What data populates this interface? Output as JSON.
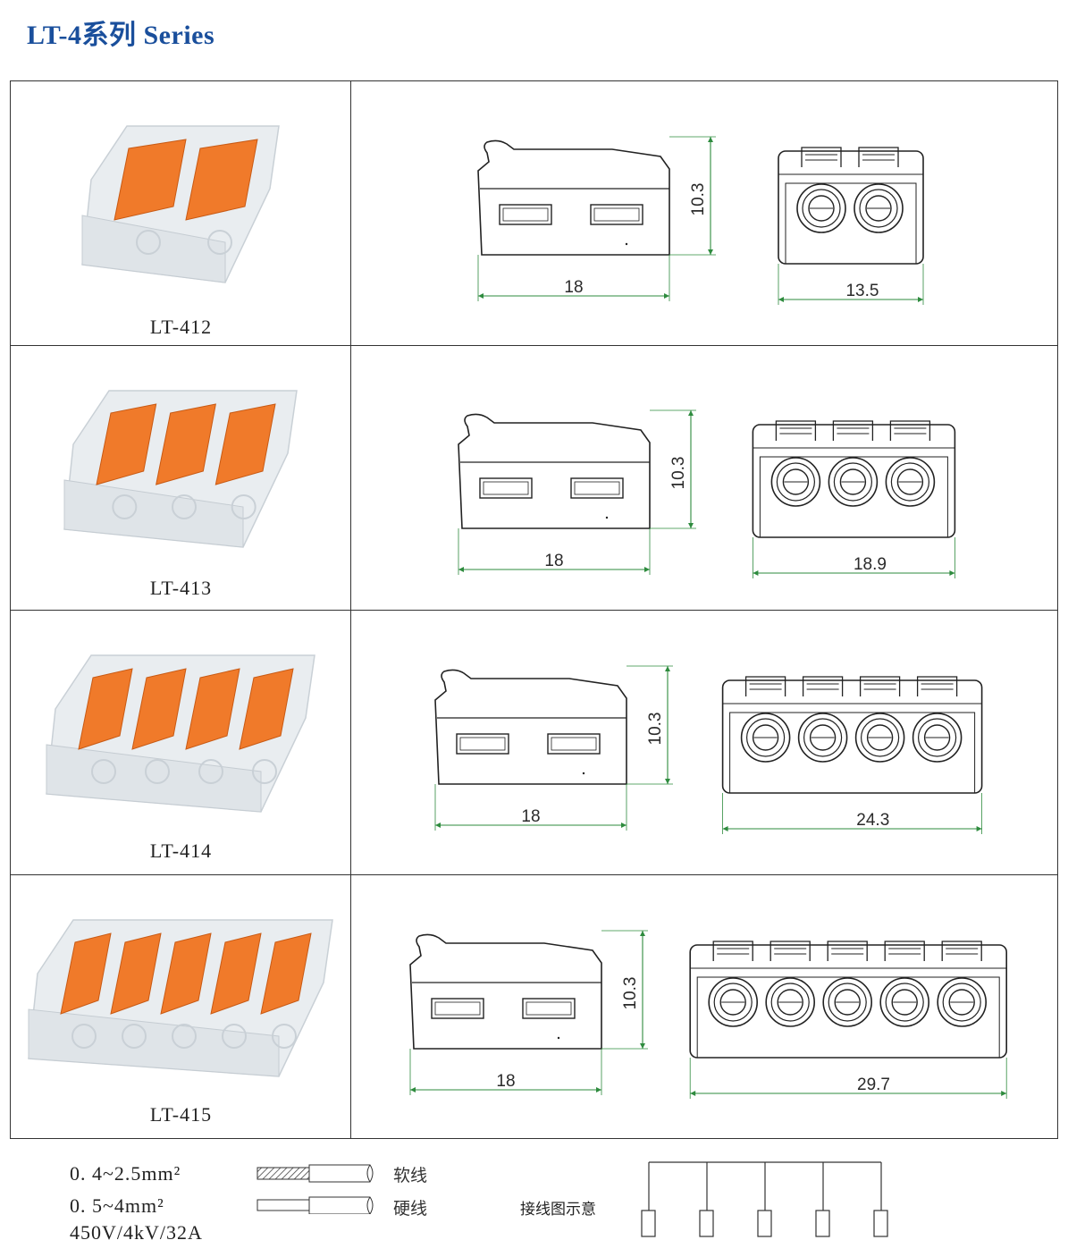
{
  "header": {
    "title": "LT-4系列 Series"
  },
  "products": [
    {
      "model": "LT-412",
      "poles": 2,
      "side_height": "10.3",
      "side_length": "18",
      "front_width": "13.5"
    },
    {
      "model": "LT-413",
      "poles": 3,
      "side_height": "10.3",
      "side_length": "18",
      "front_width": "18.9"
    },
    {
      "model": "LT-414",
      "poles": 4,
      "side_height": "10.3",
      "side_length": "18",
      "front_width": "24.3"
    },
    {
      "model": "LT-415",
      "poles": 5,
      "side_height": "10.3",
      "side_length": "18",
      "front_width": "29.7"
    }
  ],
  "specs": {
    "soft_range": "0. 4~2.5mm²",
    "hard_range": "0. 5~4mm²",
    "rating": "450V/4kV/32A",
    "soft_label": "软线",
    "hard_label": "硬线",
    "diagram_label": "接线图示意"
  },
  "colors": {
    "title": "#1a4f9c",
    "lever": "#f07a2a",
    "dimension": "#2e8b3e",
    "outline": "#222222"
  }
}
